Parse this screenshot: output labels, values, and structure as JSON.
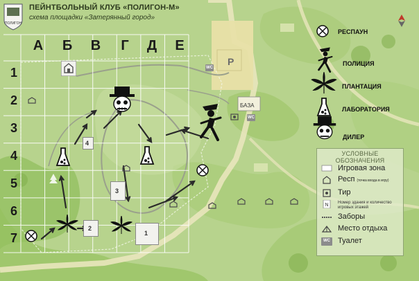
{
  "header": {
    "title": "ПЕЙНТБОЛЬНЫЙ КЛУБ «ПОЛИГОН-М»",
    "subtitle": "схема площадки «Затерянный город»"
  },
  "grid": {
    "columns": [
      "А",
      "Б",
      "В",
      "Г",
      "Д",
      "Е"
    ],
    "rows": [
      "1",
      "2",
      "3",
      "4",
      "5",
      "6",
      "7"
    ]
  },
  "map_labels": {
    "parking": "P",
    "base": "БАЗА",
    "wc": "WC",
    "building_1": "1",
    "building_2": "2",
    "building_3": "3",
    "building_4": "4"
  },
  "top_legend": [
    {
      "icon": "respawn-icon",
      "label": "РЕСПАУН"
    },
    {
      "icon": "police-icon",
      "label": "ПОЛИЦИЯ"
    },
    {
      "icon": "cannabis-leaf-icon",
      "label": "ПЛАНТАЦИЯ"
    },
    {
      "icon": "lab-flask-icon",
      "label": "ЛАБОРАТОРИЯ"
    },
    {
      "icon": "dealer-skull-icon",
      "label": "ДИЛЕР"
    }
  ],
  "legend": {
    "title": "УСЛОВНЫЕ ОБОЗНАЧЕНИЯ",
    "items": [
      {
        "icon": "play-zone-icon",
        "label": "Игровая зона"
      },
      {
        "icon": "resp-house-icon",
        "label": "Респ",
        "note": "(точка входа в игру)"
      },
      {
        "icon": "shooting-range-icon",
        "label": "Тир"
      },
      {
        "icon": "building-number-icon",
        "label": "Номер здания и количество игровых этажей"
      },
      {
        "icon": "fence-icon",
        "label": "Заборы"
      },
      {
        "icon": "rest-area-icon",
        "label": "Место отдыха"
      },
      {
        "icon": "toilet-icon",
        "label": "Туалет"
      }
    ]
  },
  "colors": {
    "field": "#b9d58f",
    "forest": "#8fbf5a",
    "road": "#e8e6b8",
    "grid": "#ffffff",
    "path": "#9aa08c",
    "arrow": "#2a2a2a"
  }
}
